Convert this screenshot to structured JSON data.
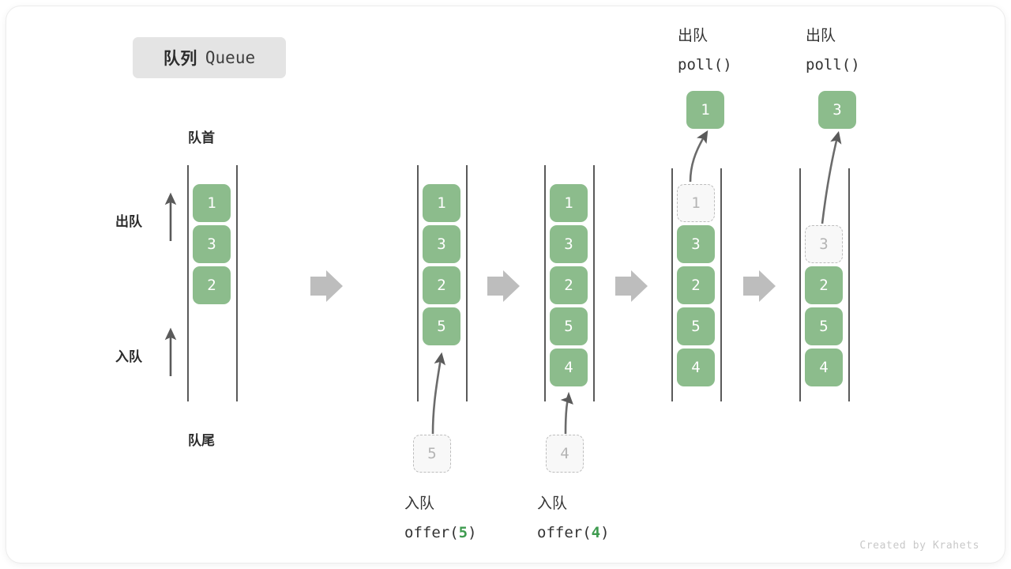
{
  "title": {
    "cn": "队列",
    "en": "Queue"
  },
  "annotations": {
    "front": "队首",
    "rear": "队尾",
    "dequeue_arrow": "出队",
    "enqueue_arrow": "入队"
  },
  "credit": "Created by Krahets",
  "colors": {
    "element_fill": "#8cbc8c",
    "element_text": "#ffffff",
    "ghost_fill": "#f8f8f8",
    "ghost_border": "#bdbdbd",
    "ghost_text": "#b4b4b4",
    "rail": "#5a5a5a",
    "step_arrow": "#bdbdbd",
    "badge_bg": "#e4e4e4",
    "code_number": "#3e9b4f",
    "credit_text": "#c8c8c8"
  },
  "steps": [
    {
      "id": "initial",
      "cells": [
        "1",
        "3",
        "2"
      ],
      "ghost_index": null,
      "ghost_value": null,
      "incoming_value": null,
      "popped_value": null,
      "op_cn": null,
      "op_code": null
    },
    {
      "id": "offer-5",
      "cells": [
        "1",
        "3",
        "2",
        "5"
      ],
      "ghost_index": null,
      "ghost_value": null,
      "incoming_value": "5",
      "popped_value": null,
      "op_cn": "入队",
      "op_code_pre": "offer(",
      "op_code_num": "5",
      "op_code_post": ")"
    },
    {
      "id": "offer-4",
      "cells": [
        "1",
        "3",
        "2",
        "5",
        "4"
      ],
      "ghost_index": null,
      "ghost_value": null,
      "incoming_value": "4",
      "popped_value": null,
      "op_cn": "入队",
      "op_code_pre": "offer(",
      "op_code_num": "4",
      "op_code_post": ")"
    },
    {
      "id": "poll-1",
      "cells": [
        "1",
        "3",
        "2",
        "5",
        "4"
      ],
      "ghost_index": 0,
      "ghost_value": "1",
      "incoming_value": null,
      "popped_value": "1",
      "op_cn": "出队",
      "op_code_pre": "poll(",
      "op_code_num": "",
      "op_code_post": ")"
    },
    {
      "id": "poll-3",
      "cells": [
        "",
        "3",
        "2",
        "5",
        "4"
      ],
      "ghost_index": 1,
      "ghost_value": "3",
      "incoming_value": null,
      "popped_value": "3",
      "op_cn": "出队",
      "op_code_pre": "poll(",
      "op_code_num": "",
      "op_code_post": ")"
    }
  ],
  "step_labels": {
    "offer5_cn": "入队",
    "offer5_pre": "offer(",
    "offer5_num": "5",
    "offer5_post": ")",
    "offer4_cn": "入队",
    "offer4_pre": "offer(",
    "offer4_num": "4",
    "offer4_post": ")",
    "poll1_cn": "出队",
    "poll1_code": "poll()",
    "poll3_cn": "出队",
    "poll3_code": "poll()"
  },
  "cell_values": {
    "c1": [
      "1",
      "3",
      "2"
    ],
    "c2": [
      "1",
      "3",
      "2",
      "5"
    ],
    "c3": [
      "1",
      "3",
      "2",
      "5",
      "4"
    ],
    "c4_ghost": "1",
    "c4": [
      "3",
      "2",
      "5",
      "4"
    ],
    "c4_popped": "1",
    "c5_ghost": "3",
    "c5": [
      "2",
      "5",
      "4"
    ],
    "c5_popped": "3",
    "ghost_in_5": "5",
    "ghost_in_4": "4"
  }
}
